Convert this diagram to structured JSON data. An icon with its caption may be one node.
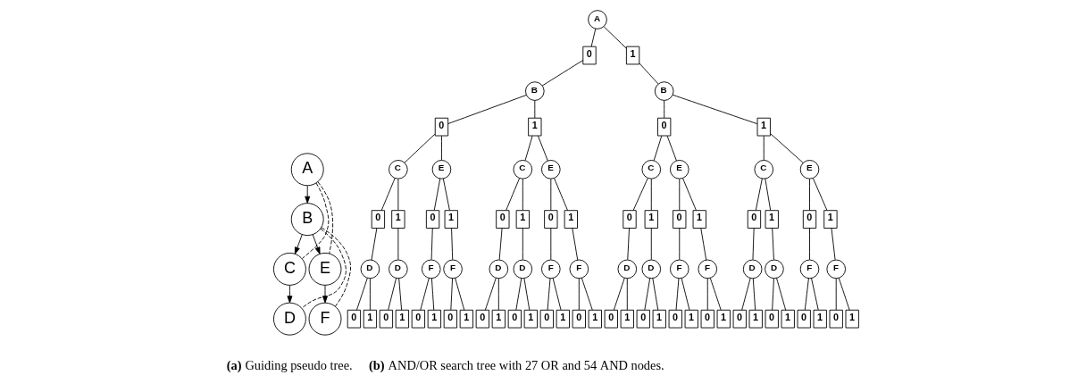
{
  "diagram": {
    "nodes": [
      {
        "text": [
          "A"
        ]
      },
      {
        "text": [
          "B"
        ]
      },
      {
        "text": [
          "C"
        ]
      },
      {
        "text": [
          "E"
        ]
      },
      {
        "text": [
          "D"
        ]
      },
      {
        "text": [
          "F"
        ]
      },
      {
        "text": [
          "A"
        ]
      },
      {
        "text": [
          "0"
        ]
      },
      {
        "text": [
          "1"
        ]
      },
      {
        "text": [
          "B"
        ]
      },
      {
        "text": [
          "B"
        ]
      },
      {
        "text": [
          "0"
        ]
      },
      {
        "text": [
          "1"
        ]
      },
      {
        "text": [
          "0"
        ]
      },
      {
        "text": [
          "1"
        ]
      },
      {
        "text": [
          "C"
        ]
      },
      {
        "text": [
          "C"
        ]
      },
      {
        "text": [
          "C"
        ]
      },
      {
        "text": [
          "C"
        ]
      },
      {
        "text": [
          "E"
        ]
      },
      {
        "text": [
          "E"
        ]
      },
      {
        "text": [
          "E"
        ]
      },
      {
        "text": [
          "E"
        ]
      },
      {
        "text": [
          "0"
        ]
      },
      {
        "text": [
          "1"
        ]
      },
      {
        "text": [
          "0"
        ]
      },
      {
        "text": [
          "1"
        ]
      },
      {
        "text": [
          "0"
        ]
      },
      {
        "text": [
          "1"
        ]
      },
      {
        "text": [
          "0"
        ]
      },
      {
        "text": [
          "1"
        ]
      },
      {
        "text": [
          "0"
        ]
      },
      {
        "text": [
          "1"
        ]
      },
      {
        "text": [
          "0"
        ]
      },
      {
        "text": [
          "1"
        ]
      },
      {
        "text": [
          "0"
        ]
      },
      {
        "text": [
          "1"
        ]
      },
      {
        "text": [
          "0"
        ]
      },
      {
        "text": [
          "1"
        ]
      },
      {
        "text": [
          "D"
        ]
      },
      {
        "text": [
          "D"
        ]
      },
      {
        "text": [
          "D"
        ]
      },
      {
        "text": [
          "D"
        ]
      },
      {
        "text": [
          "D"
        ]
      },
      {
        "text": [
          "D"
        ]
      },
      {
        "text": [
          "D"
        ]
      },
      {
        "text": [
          "D"
        ]
      },
      {
        "text": [
          "F"
        ]
      },
      {
        "text": [
          "F"
        ]
      },
      {
        "text": [
          "F"
        ]
      },
      {
        "text": [
          "F"
        ]
      },
      {
        "text": [
          "F"
        ]
      },
      {
        "text": [
          "F"
        ]
      },
      {
        "text": [
          "F"
        ]
      },
      {
        "text": [
          "F"
        ]
      },
      {
        "text": [
          "0"
        ]
      },
      {
        "text": [
          "1"
        ]
      },
      {
        "text": [
          "0"
        ]
      },
      {
        "text": [
          "1"
        ]
      },
      {
        "text": [
          "0"
        ]
      },
      {
        "text": [
          "1"
        ]
      },
      {
        "text": [
          "0"
        ]
      },
      {
        "text": [
          "1"
        ]
      },
      {
        "text": [
          "0"
        ]
      },
      {
        "text": [
          "1"
        ]
      },
      {
        "text": [
          "0"
        ]
      },
      {
        "text": [
          "1"
        ]
      },
      {
        "text": [
          "0"
        ]
      },
      {
        "text": [
          "1"
        ]
      },
      {
        "text": [
          "0"
        ]
      },
      {
        "text": [
          "1"
        ]
      },
      {
        "text": [
          "0"
        ]
      },
      {
        "text": [
          "1"
        ]
      },
      {
        "text": [
          "0"
        ]
      },
      {
        "text": [
          "1"
        ]
      },
      {
        "text": [
          "0"
        ]
      },
      {
        "text": [
          "1"
        ]
      },
      {
        "text": [
          "0"
        ]
      },
      {
        "text": [
          "1"
        ]
      },
      {
        "text": [
          "0"
        ]
      },
      {
        "text": [
          "1"
        ]
      },
      {
        "text": [
          "0"
        ]
      },
      {
        "text": [
          "1"
        ]
      },
      {
        "text": [
          "0"
        ]
      },
      {
        "text": [
          "1"
        ]
      },
      {
        "text": [
          "0"
        ]
      },
      {
        "text": [
          "1"
        ]
      }
    ],
    "edges": [
      {
        "from": 0,
        "to": 1,
        "arrow": "to"
      },
      {
        "from": 1,
        "to": 2,
        "arrow": "to"
      },
      {
        "from": 1,
        "to": 3,
        "arrow": "to"
      },
      {
        "from": 2,
        "to": 4,
        "arrow": "to"
      },
      {
        "from": 3,
        "to": 5,
        "arrow": "to"
      },
      {
        "from": 0,
        "to": 2,
        "arrow": "none",
        "style": "dashed"
      },
      {
        "from": 0,
        "to": 3,
        "arrow": "none",
        "style": "dashed"
      },
      {
        "from": 1,
        "to": 4,
        "arrow": "none",
        "style": "dashed"
      },
      {
        "from": 1,
        "to": 5,
        "arrow": "none",
        "style": "dashed"
      },
      {
        "from": 6,
        "to": 7,
        "arrow": "none"
      },
      {
        "from": 6,
        "to": 8,
        "arrow": "none"
      },
      {
        "from": 7,
        "to": 9,
        "arrow": "none"
      },
      {
        "from": 8,
        "to": 10,
        "arrow": "none"
      },
      {
        "from": 9,
        "to": 11,
        "arrow": "none"
      },
      {
        "from": 9,
        "to": 12,
        "arrow": "none"
      },
      {
        "from": 10,
        "to": 13,
        "arrow": "none"
      },
      {
        "from": 10,
        "to": 14,
        "arrow": "none"
      },
      {
        "from": 11,
        "to": 15,
        "arrow": "none"
      },
      {
        "from": 11,
        "to": 19,
        "arrow": "none"
      },
      {
        "from": 12,
        "to": 16,
        "arrow": "none"
      },
      {
        "from": 12,
        "to": 20,
        "arrow": "none"
      },
      {
        "from": 13,
        "to": 17,
        "arrow": "none"
      },
      {
        "from": 13,
        "to": 21,
        "arrow": "none"
      },
      {
        "from": 14,
        "to": 18,
        "arrow": "none"
      },
      {
        "from": 14,
        "to": 22,
        "arrow": "none"
      },
      {
        "from": 15,
        "to": 23,
        "arrow": "none"
      },
      {
        "from": 15,
        "to": 24,
        "arrow": "none"
      },
      {
        "from": 16,
        "to": 25,
        "arrow": "none"
      },
      {
        "from": 16,
        "to": 26,
        "arrow": "none"
      },
      {
        "from": 17,
        "to": 27,
        "arrow": "none"
      },
      {
        "from": 17,
        "to": 28,
        "arrow": "none"
      },
      {
        "from": 18,
        "to": 29,
        "arrow": "none"
      },
      {
        "from": 18,
        "to": 30,
        "arrow": "none"
      },
      {
        "from": 19,
        "to": 31,
        "arrow": "none"
      },
      {
        "from": 19,
        "to": 32,
        "arrow": "none"
      },
      {
        "from": 20,
        "to": 33,
        "arrow": "none"
      },
      {
        "from": 20,
        "to": 34,
        "arrow": "none"
      },
      {
        "from": 21,
        "to": 35,
        "arrow": "none"
      },
      {
        "from": 21,
        "to": 36,
        "arrow": "none"
      },
      {
        "from": 22,
        "to": 37,
        "arrow": "none"
      },
      {
        "from": 22,
        "to": 38,
        "arrow": "none"
      },
      {
        "from": 23,
        "to": 39,
        "arrow": "none"
      },
      {
        "from": 24,
        "to": 40,
        "arrow": "none"
      },
      {
        "from": 25,
        "to": 41,
        "arrow": "none"
      },
      {
        "from": 26,
        "to": 42,
        "arrow": "none"
      },
      {
        "from": 27,
        "to": 43,
        "arrow": "none"
      },
      {
        "from": 28,
        "to": 44,
        "arrow": "none"
      },
      {
        "from": 29,
        "to": 45,
        "arrow": "none"
      },
      {
        "from": 30,
        "to": 46,
        "arrow": "none"
      },
      {
        "from": 31,
        "to": 47,
        "arrow": "none"
      },
      {
        "from": 32,
        "to": 48,
        "arrow": "none"
      },
      {
        "from": 33,
        "to": 49,
        "arrow": "none"
      },
      {
        "from": 34,
        "to": 50,
        "arrow": "none"
      },
      {
        "from": 35,
        "to": 51,
        "arrow": "none"
      },
      {
        "from": 36,
        "to": 52,
        "arrow": "none"
      },
      {
        "from": 37,
        "to": 53,
        "arrow": "none"
      },
      {
        "from": 38,
        "to": 54,
        "arrow": "none"
      },
      {
        "from": 39,
        "to": 55,
        "arrow": "none"
      },
      {
        "from": 39,
        "to": 56,
        "arrow": "none"
      },
      {
        "from": 40,
        "to": 57,
        "arrow": "none"
      },
      {
        "from": 40,
        "to": 58,
        "arrow": "none"
      },
      {
        "from": 41,
        "to": 59,
        "arrow": "none"
      },
      {
        "from": 41,
        "to": 60,
        "arrow": "none"
      },
      {
        "from": 42,
        "to": 61,
        "arrow": "none"
      },
      {
        "from": 42,
        "to": 62,
        "arrow": "none"
      },
      {
        "from": 43,
        "to": 63,
        "arrow": "none"
      },
      {
        "from": 43,
        "to": 64,
        "arrow": "none"
      },
      {
        "from": 44,
        "to": 65,
        "arrow": "none"
      },
      {
        "from": 44,
        "to": 66,
        "arrow": "none"
      },
      {
        "from": 45,
        "to": 67,
        "arrow": "none"
      },
      {
        "from": 45,
        "to": 68,
        "arrow": "none"
      },
      {
        "from": 46,
        "to": 69,
        "arrow": "none"
      },
      {
        "from": 46,
        "to": 70,
        "arrow": "none"
      },
      {
        "from": 47,
        "to": 71,
        "arrow": "none"
      },
      {
        "from": 47,
        "to": 72,
        "arrow": "none"
      },
      {
        "from": 48,
        "to": 73,
        "arrow": "none"
      },
      {
        "from": 48,
        "to": 74,
        "arrow": "none"
      },
      {
        "from": 49,
        "to": 75,
        "arrow": "none"
      },
      {
        "from": 49,
        "to": 76,
        "arrow": "none"
      },
      {
        "from": 50,
        "to": 77,
        "arrow": "none"
      },
      {
        "from": 50,
        "to": 78,
        "arrow": "none"
      },
      {
        "from": 51,
        "to": 79,
        "arrow": "none"
      },
      {
        "from": 51,
        "to": 80,
        "arrow": "none"
      },
      {
        "from": 52,
        "to": 81,
        "arrow": "none"
      },
      {
        "from": 52,
        "to": 82,
        "arrow": "none"
      },
      {
        "from": 53,
        "to": 83,
        "arrow": "none"
      },
      {
        "from": 53,
        "to": 84,
        "arrow": "none"
      },
      {
        "from": 54,
        "to": 85,
        "arrow": "none"
      },
      {
        "from": 54,
        "to": 86,
        "arrow": "none"
      }
    ],
    "labels": [
      "**(a)** Guiding pseudo tree.",
      "**(b)** AND/OR search tree with 27 OR and 54 AND nodes."
    ]
  }
}
